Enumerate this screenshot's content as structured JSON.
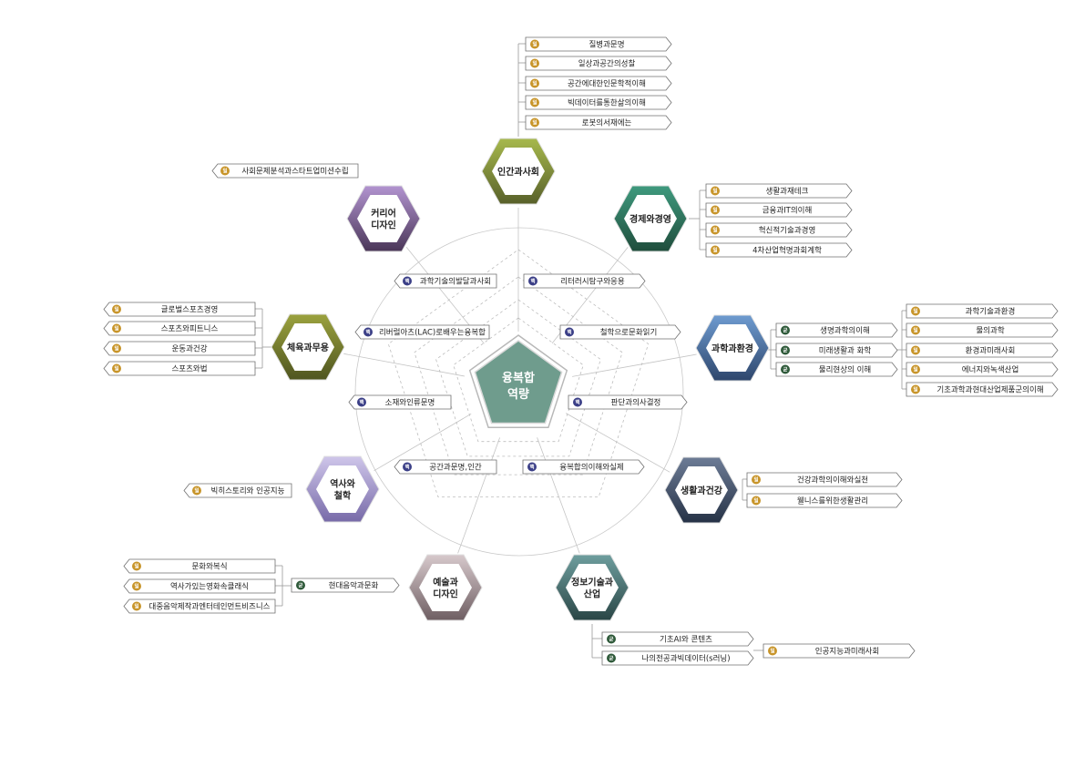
{
  "colors": {
    "gold_badge": "#c8952a",
    "navy_badge": "#3b3f87",
    "green_badge": "#2f5a3a",
    "center_fill": "#6f9c8d"
  },
  "center": {
    "line1": "융복합",
    "line2": "역량"
  },
  "inner_items": [
    {
      "badge": "핵",
      "label": "과학기술의발달과사회"
    },
    {
      "badge": "핵",
      "label": "리터러시탐구와응용"
    },
    {
      "badge": "핵",
      "label": "리버럴아츠(LAC)로배우는융복합"
    },
    {
      "badge": "핵",
      "label": "철학으로문화읽기"
    },
    {
      "badge": "핵",
      "label": "소재와인류문명"
    },
    {
      "badge": "핵",
      "label": "판단과의사결정"
    },
    {
      "badge": "핵",
      "label": "공간과문명,인간"
    },
    {
      "badge": "핵",
      "label": "융복합의이해와실제"
    }
  ],
  "hexes": [
    {
      "lines": [
        "인간과사회"
      ],
      "color_top": "#a7b94d",
      "color_bottom": "#58602a"
    },
    {
      "lines": [
        "경제와경영"
      ],
      "color_top": "#3f9a7e",
      "color_bottom": "#1f4d3c"
    },
    {
      "lines": [
        "과학과환경"
      ],
      "color_top": "#6e9bd0",
      "color_bottom": "#2e466c"
    },
    {
      "lines": [
        "생활과건강"
      ],
      "color_top": "#6d7c96",
      "color_bottom": "#263246"
    },
    {
      "lines": [
        "정보기술과",
        "산업"
      ],
      "color_top": "#6e9e9e",
      "color_bottom": "#2a4646"
    },
    {
      "lines": [
        "예술과",
        "디자인"
      ],
      "color_top": "#d7c9cc",
      "color_bottom": "#6e5e62"
    },
    {
      "lines": [
        "역사와",
        "철학"
      ],
      "color_top": "#cfc6ea",
      "color_bottom": "#776aa8"
    },
    {
      "lines": [
        "체육과무용"
      ],
      "color_top": "#9ba23e",
      "color_bottom": "#4f5520"
    },
    {
      "lines": [
        "커리어",
        "디자인"
      ],
      "color_top": "#b294d0",
      "color_bottom": "#4a3658"
    }
  ],
  "groups": {
    "humanity": [
      {
        "badge": "일",
        "label": "질병과문명"
      },
      {
        "badge": "일",
        "label": "일상과공간의성찰"
      },
      {
        "badge": "일",
        "label": "공간에대한인문학적이해"
      },
      {
        "badge": "일",
        "label": "빅데이터를통한삶의이해"
      },
      {
        "badge": "일",
        "label": "로봇의서재에는"
      }
    ],
    "career": [
      {
        "badge": "일",
        "label": "사회문제분석과스타트업미션수립"
      }
    ],
    "economy": [
      {
        "badge": "일",
        "label": "생활과재테크"
      },
      {
        "badge": "일",
        "label": "금융과IT의이해"
      },
      {
        "badge": "일",
        "label": "혁신적기술과경영"
      },
      {
        "badge": "일",
        "label": "4차산업혁명과회계학"
      }
    ],
    "sports": [
      {
        "badge": "일",
        "label": "글로벌스포츠경영"
      },
      {
        "badge": "일",
        "label": "스포츠와피트니스"
      },
      {
        "badge": "일",
        "label": "운동과건강"
      },
      {
        "badge": "일",
        "label": "스포츠와법"
      }
    ],
    "science_core": [
      {
        "badge": "균",
        "label": "생명과학의이해"
      },
      {
        "badge": "균",
        "label": "미래생활과 화학"
      },
      {
        "badge": "균",
        "label": "물리현상의 이해"
      }
    ],
    "science": [
      {
        "badge": "일",
        "label": "과학기술과환경"
      },
      {
        "badge": "일",
        "label": "물의과학"
      },
      {
        "badge": "일",
        "label": "환경과미래사회"
      },
      {
        "badge": "일",
        "label": "에너지와녹색산업"
      },
      {
        "badge": "일",
        "label": "기초과학과현대산업제품군의이해"
      }
    ],
    "history": [
      {
        "badge": "일",
        "label": "빅히스토리와 인공지능"
      }
    ],
    "health": [
      {
        "badge": "일",
        "label": "건강과학의이해와실천"
      },
      {
        "badge": "일",
        "label": "웰니스를위한생활관리"
      }
    ],
    "art_core": [
      {
        "badge": "균",
        "label": "현대음악과문화"
      }
    ],
    "art": [
      {
        "badge": "일",
        "label": "문화와복식"
      },
      {
        "badge": "일",
        "label": "역사가있는영화속클래식"
      },
      {
        "badge": "일",
        "label": "대중음악제작과엔터테인먼트비즈니스"
      }
    ],
    "it_core": [
      {
        "badge": "균",
        "label": "기초AI와 콘텐츠"
      },
      {
        "badge": "균",
        "label": "나의전공과빅데이터(s러닝)"
      }
    ],
    "it": [
      {
        "badge": "일",
        "label": "인공지능과미래사회"
      }
    ]
  }
}
